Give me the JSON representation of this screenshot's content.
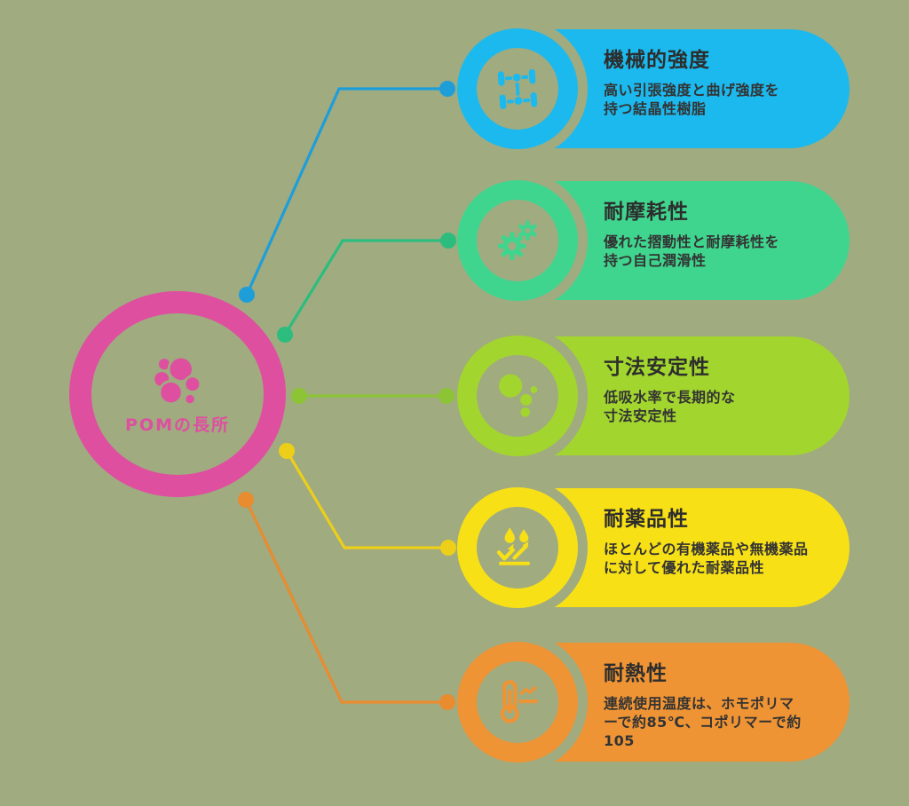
{
  "page": {
    "background_color": "#a0ab80",
    "title_text_color": "#2d2d2d",
    "desc_text_color": "#333333"
  },
  "center": {
    "label": "POMの長所",
    "color": "#de4f9f",
    "icon": "molecule-cluster-icon"
  },
  "items": [
    {
      "id": "mechanical-strength",
      "title": "機械的強度",
      "desc_lines": [
        "高い引張強度と曲げ強度を",
        "持つ結晶性樹脂"
      ],
      "color": "#1cb9ee",
      "line_color": "#1e9ed9",
      "icon": "chassis-icon"
    },
    {
      "id": "wear-resistance",
      "title": "耐摩耗性",
      "desc_lines": [
        "優れた摺動性と耐摩耗性を",
        "持つ自己潤滑性"
      ],
      "color": "#40d58e",
      "line_color": "#2cbd7e",
      "icon": "gears-icon"
    },
    {
      "id": "dimensional-stability",
      "title": "寸法安定性",
      "desc_lines": [
        "低吸水率で長期的な",
        "寸法安定性"
      ],
      "color": "#a2d52e",
      "line_color": "#8cc436",
      "icon": "bubbles-icon"
    },
    {
      "id": "chemical-resistance",
      "title": "耐薬品性",
      "desc_lines": [
        "ほとんどの有機薬品や無機薬品",
        "に対して優れた耐薬品性"
      ],
      "color": "#f8e016",
      "line_color": "#edcf1a",
      "icon": "splash-arrows-icon"
    },
    {
      "id": "heat-resistance",
      "title": "耐熱性",
      "desc_lines": [
        "連続使用温度は、ホモポリマ",
        "ーで約85℃、コポリマーで約",
        "105"
      ],
      "color": "#ef9434",
      "line_color": "#e88c2f",
      "icon": "thermometer-icon"
    }
  ]
}
